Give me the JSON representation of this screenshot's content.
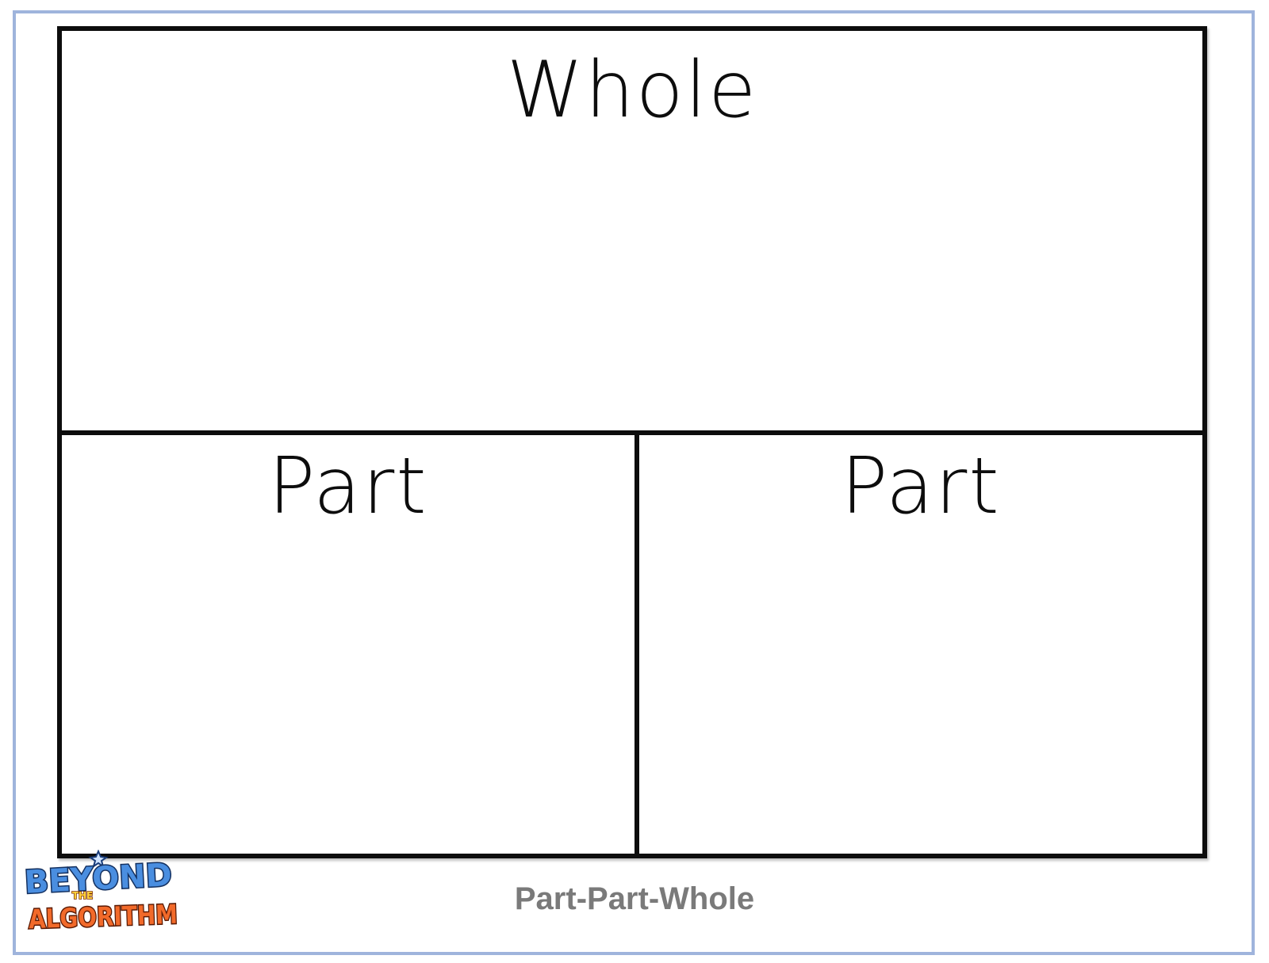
{
  "diagram": {
    "whole_label": "Whole",
    "part_left_label": "Part",
    "part_right_label": "Part"
  },
  "footer": {
    "caption": "Part-Part-Whole",
    "logo_top": "BEYOND",
    "logo_middle": "THE",
    "logo_bottom": "ALGORITHM"
  },
  "colors": {
    "frame_border": "#9fb4dc",
    "line": "#0d0d0d",
    "caption": "#7a7a7a",
    "logo_blue": "#2f6fc4",
    "logo_orange": "#e2561e"
  }
}
